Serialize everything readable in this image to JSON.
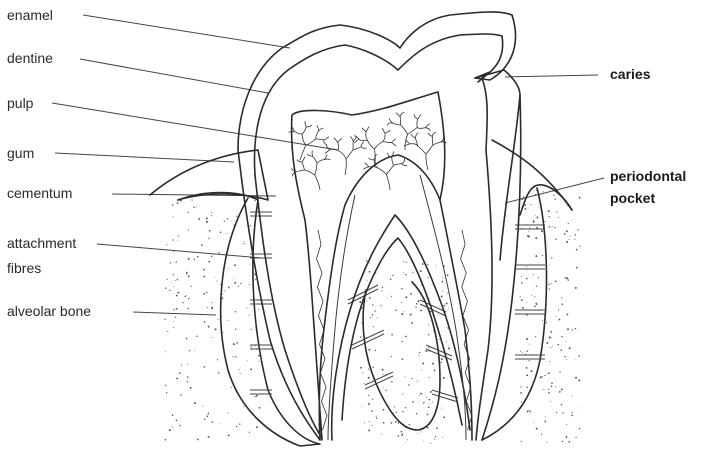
{
  "labels_left": {
    "enamel": "enamel",
    "dentine": "dentine",
    "pulp": "pulp",
    "gum": "gum",
    "cementum": "cementum",
    "attachment_line1": "attachment",
    "attachment_line2": "fibres",
    "alveolar_bone": "alveolar bone"
  },
  "labels_right": {
    "caries": "caries",
    "periodontal_line1": "periodontal",
    "periodontal_line2": "pocket"
  },
  "colors": {
    "background": "#ffffff",
    "ink": "#2b2b2b"
  }
}
